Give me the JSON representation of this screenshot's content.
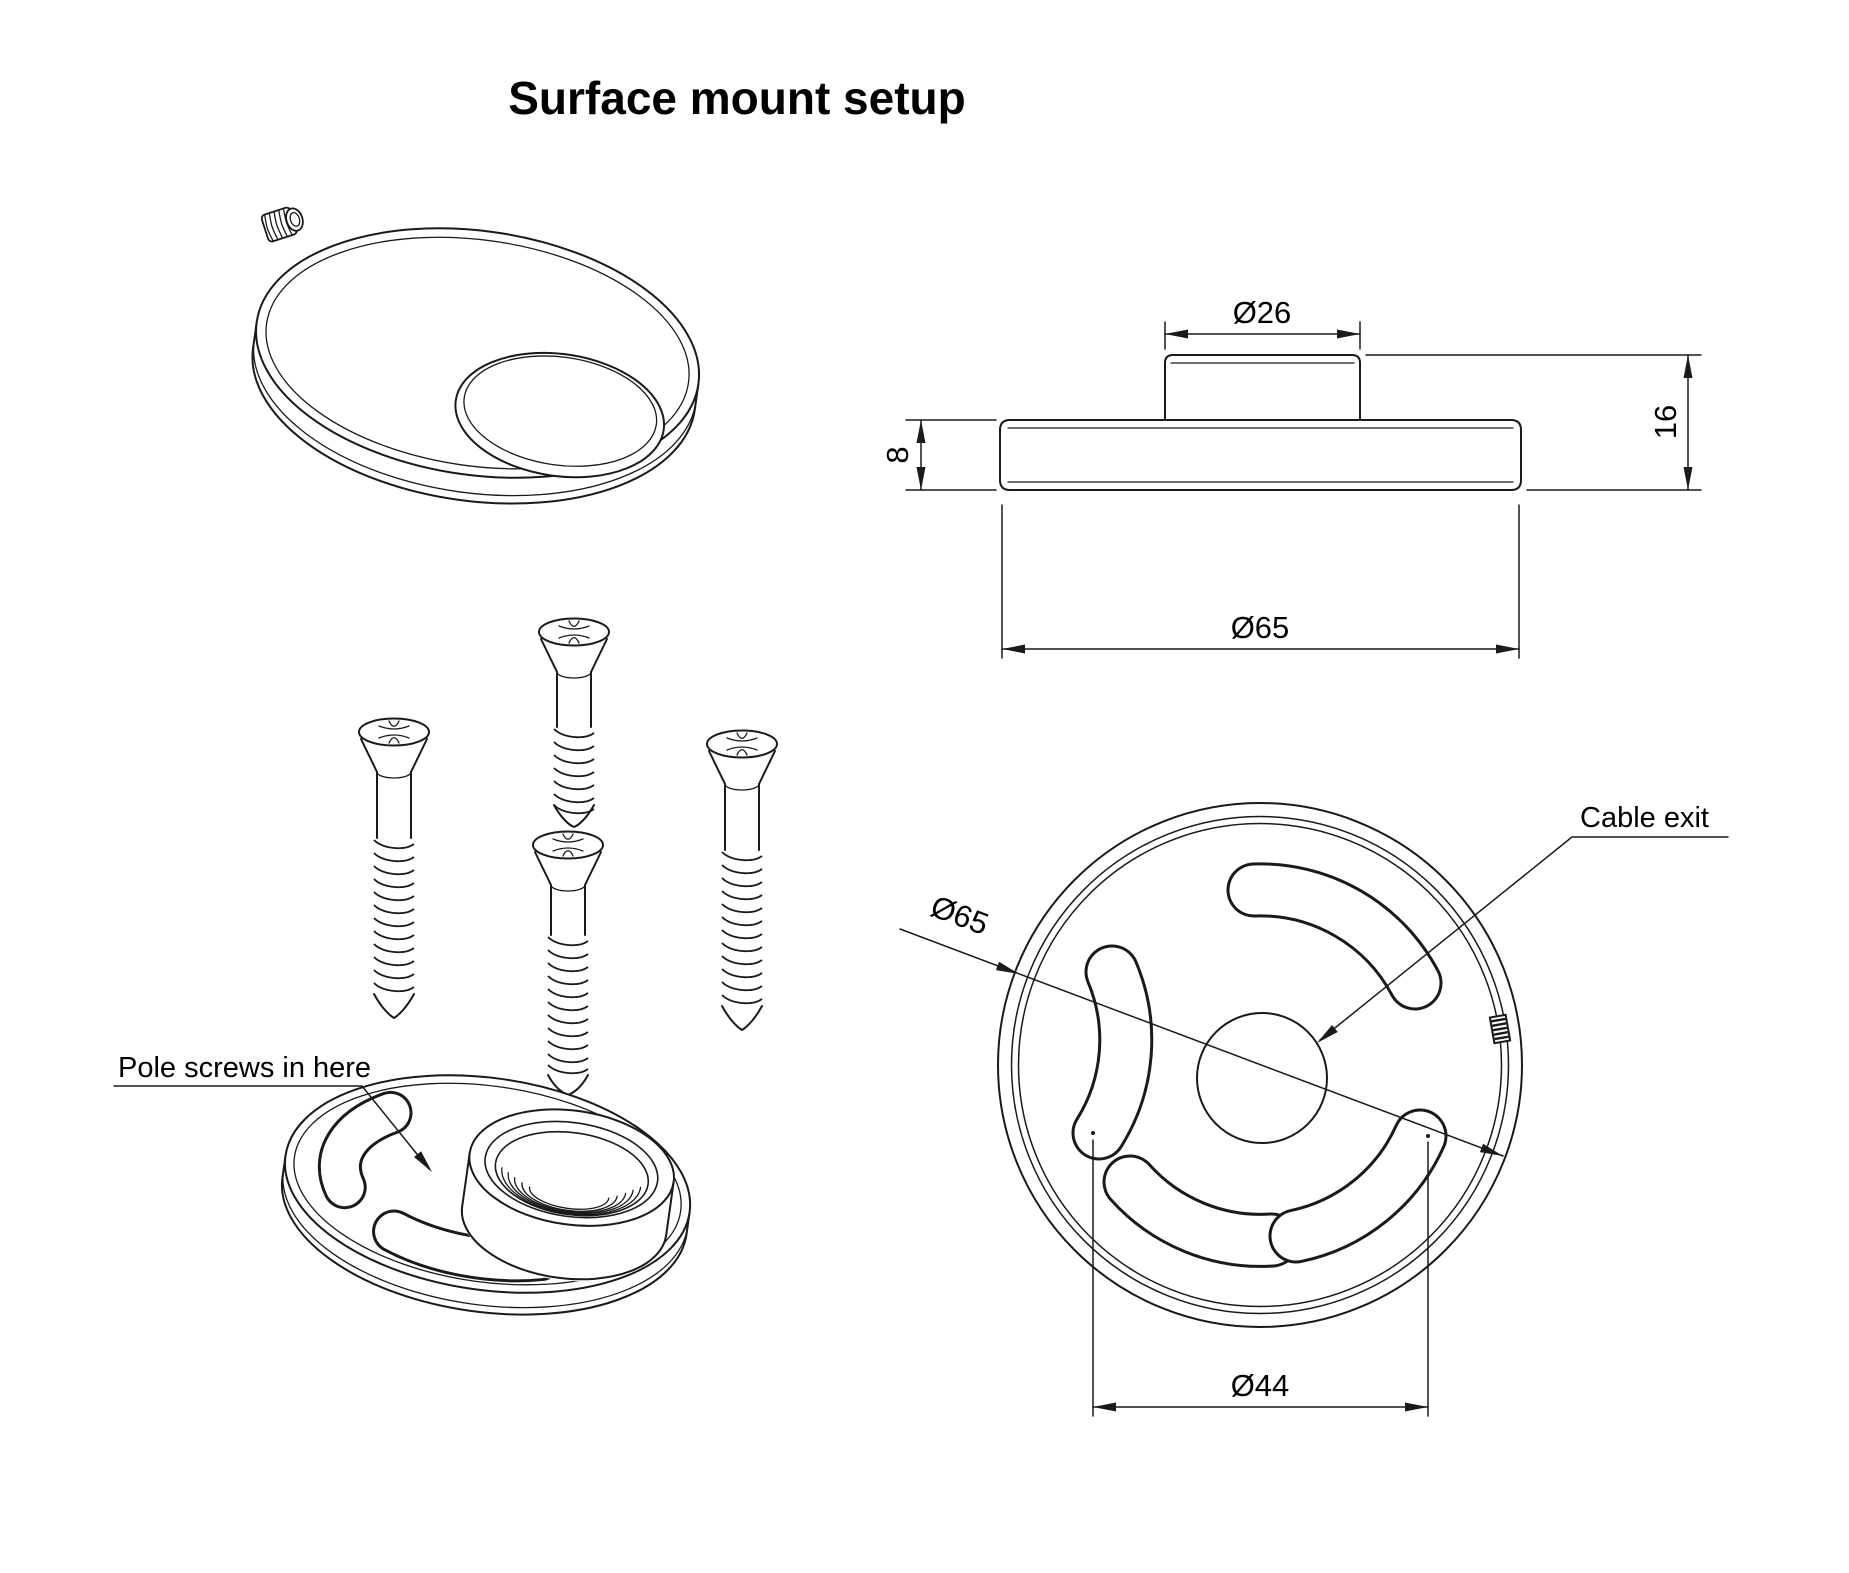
{
  "title": "Surface mount setup",
  "labels": {
    "pole_screws": "Pole screws in here",
    "cable_exit": "Cable exit"
  },
  "dimensions": {
    "boss_diameter": "Ø26",
    "flange_thickness": "8",
    "overall_height": "16",
    "flange_diameter_side": "Ø65",
    "outer_diameter_bottom": "Ø65",
    "slot_pitch_diameter": "Ø44"
  },
  "parts": [
    "set-screw",
    "cover-cap",
    "wood-screw-x4",
    "mounting-base"
  ],
  "views": [
    "exploded-isometric",
    "side-elevation",
    "bottom-face"
  ],
  "colors": {
    "line": "#1a1a1a",
    "background": "#ffffff"
  }
}
